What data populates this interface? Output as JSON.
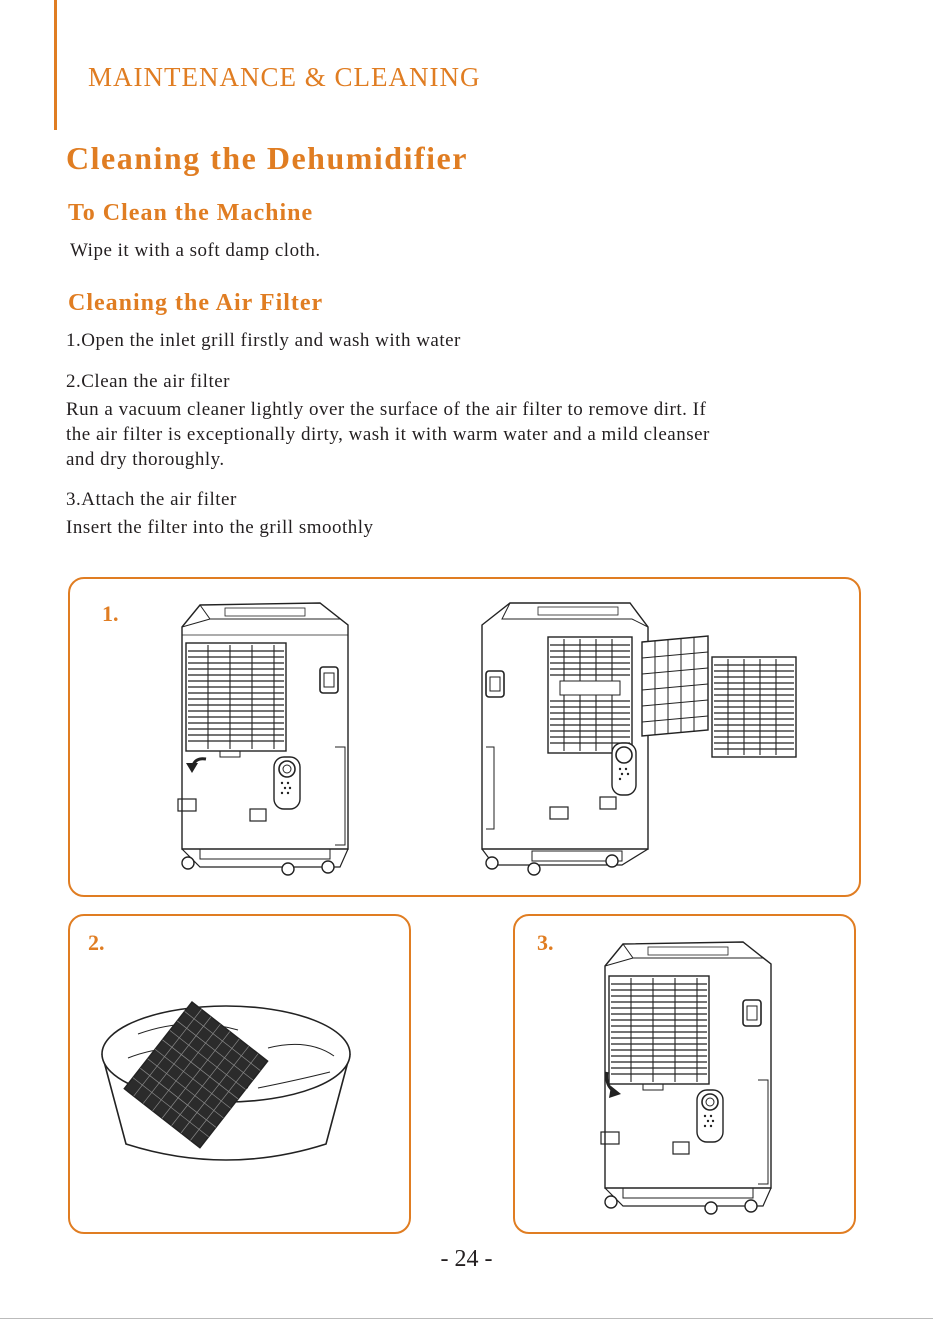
{
  "header": {
    "section": "MAINTENANCE & CLEANING"
  },
  "title": "Cleaning the Dehumidifier",
  "machine": {
    "heading": "To Clean the Machine",
    "text": "Wipe it with a soft damp cloth."
  },
  "filter": {
    "heading": "Cleaning the Air Filter",
    "step1": "1.Open the inlet grill firstly and wash with water",
    "step2_title": "2.Clean the air filter",
    "step2_lines": [
      "Run a vacuum cleaner lightly over the surface of the air filter to remove dirt. If",
      "the air filter is exceptionally dirty, wash it with warm water and a mild cleanser",
      "and dry thoroughly."
    ],
    "step3_title": "3.Attach the air filter",
    "step3_text": "Insert the filter into the grill smoothly"
  },
  "figures": {
    "label1": "1.",
    "label2": "2.",
    "label3": "3."
  },
  "colors": {
    "accent": "#e07d22",
    "text": "#231f20"
  },
  "page_number": "- 24 -"
}
